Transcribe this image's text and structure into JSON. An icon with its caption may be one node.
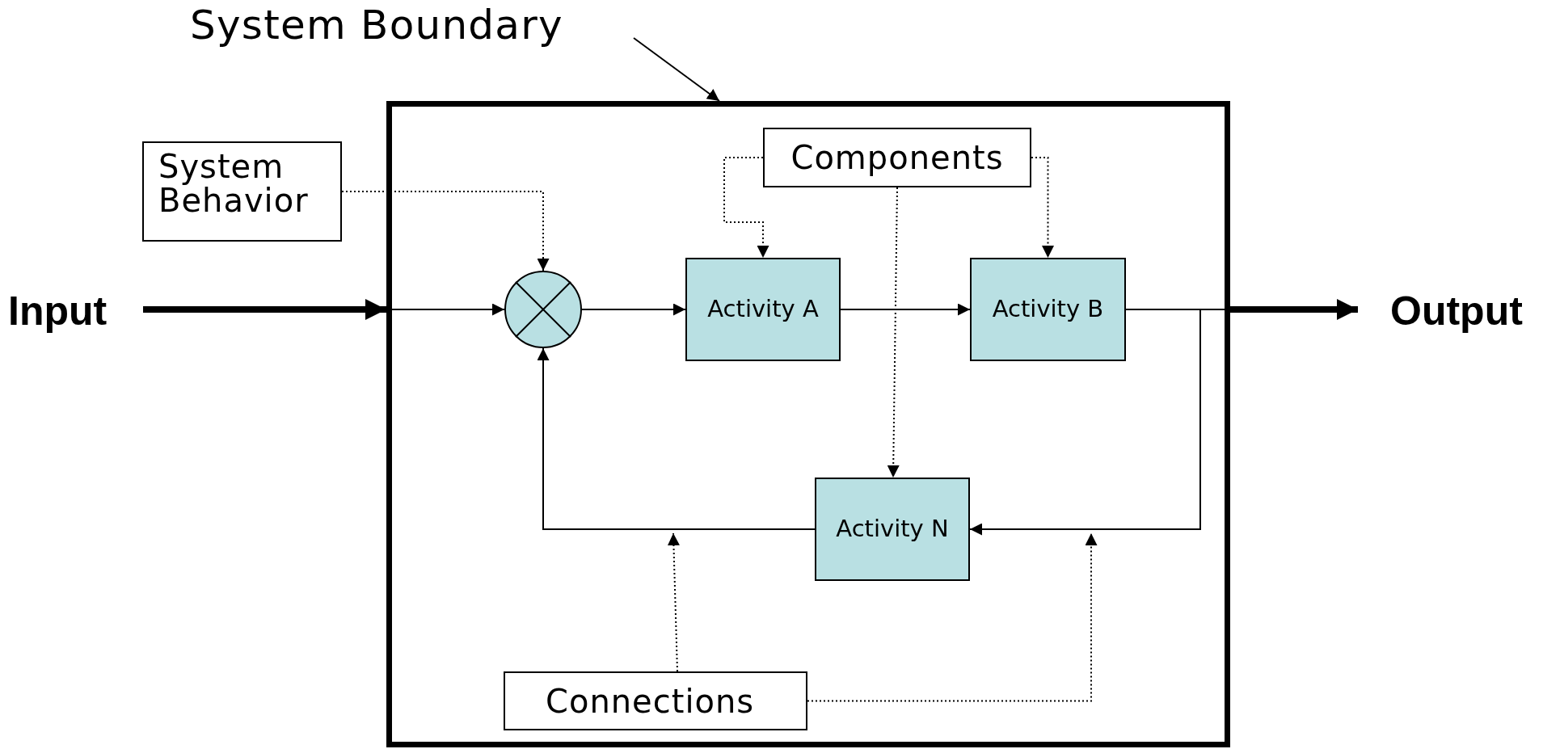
{
  "diagram": {
    "nodes": [
      {
        "text": [
          "System Boundary"
        ]
      },
      {
        "text": [],
        "shape": "box"
      },
      {
        "text": [
          "System Behavior"
        ]
      },
      {
        "text": [
          "Input"
        ]
      },
      {
        "text": [],
        "shape": "circle",
        "in": 1
      },
      {
        "text": [
          "Activity A"
        ],
        "in": 1
      },
      {
        "text": [
          "Components"
        ],
        "in": 1
      },
      {
        "text": [
          "Activity B"
        ],
        "in": 1
      },
      {
        "text": [
          "Activity N"
        ],
        "in": 1
      },
      {
        "text": [
          "Connections"
        ],
        "in": 1
      },
      {
        "text": [
          "Output"
        ]
      }
    ],
    "edges": [
      {
        "from": 0,
        "to": 1,
        "arrow": "to"
      },
      {
        "from": 3,
        "to": 1,
        "arrow": "to",
        "style": "thick"
      },
      {
        "from": 1,
        "to": 4,
        "arrow": "to"
      },
      {
        "from": 2,
        "to": 4,
        "arrow": "to",
        "style": "dashed"
      },
      {
        "from": 4,
        "to": 5,
        "arrow": "to"
      },
      {
        "from": 6,
        "to": 5,
        "arrow": "to",
        "style": "dashed"
      },
      {
        "from": 6,
        "to": 7,
        "arrow": "to",
        "style": "dashed"
      },
      {
        "from": 6,
        "to": 8,
        "arrow": "to",
        "style": "dashed"
      },
      {
        "from": 5,
        "to": 7,
        "arrow": "to"
      },
      {
        "from": 7,
        "to": 8,
        "arrow": "to"
      },
      {
        "from": 7,
        "to": 1,
        "arrow": "none"
      },
      {
        "from": 1,
        "to": 10,
        "arrow": "to",
        "style": "thick"
      },
      {
        "from": 8,
        "to": 4,
        "arrow": "to"
      },
      {
        "from": 9,
        "to": null,
        "arrow": "to",
        "style": "dashed"
      },
      {
        "from": 9,
        "to": null,
        "arrow": "to",
        "style": "dashed"
      }
    ]
  }
}
